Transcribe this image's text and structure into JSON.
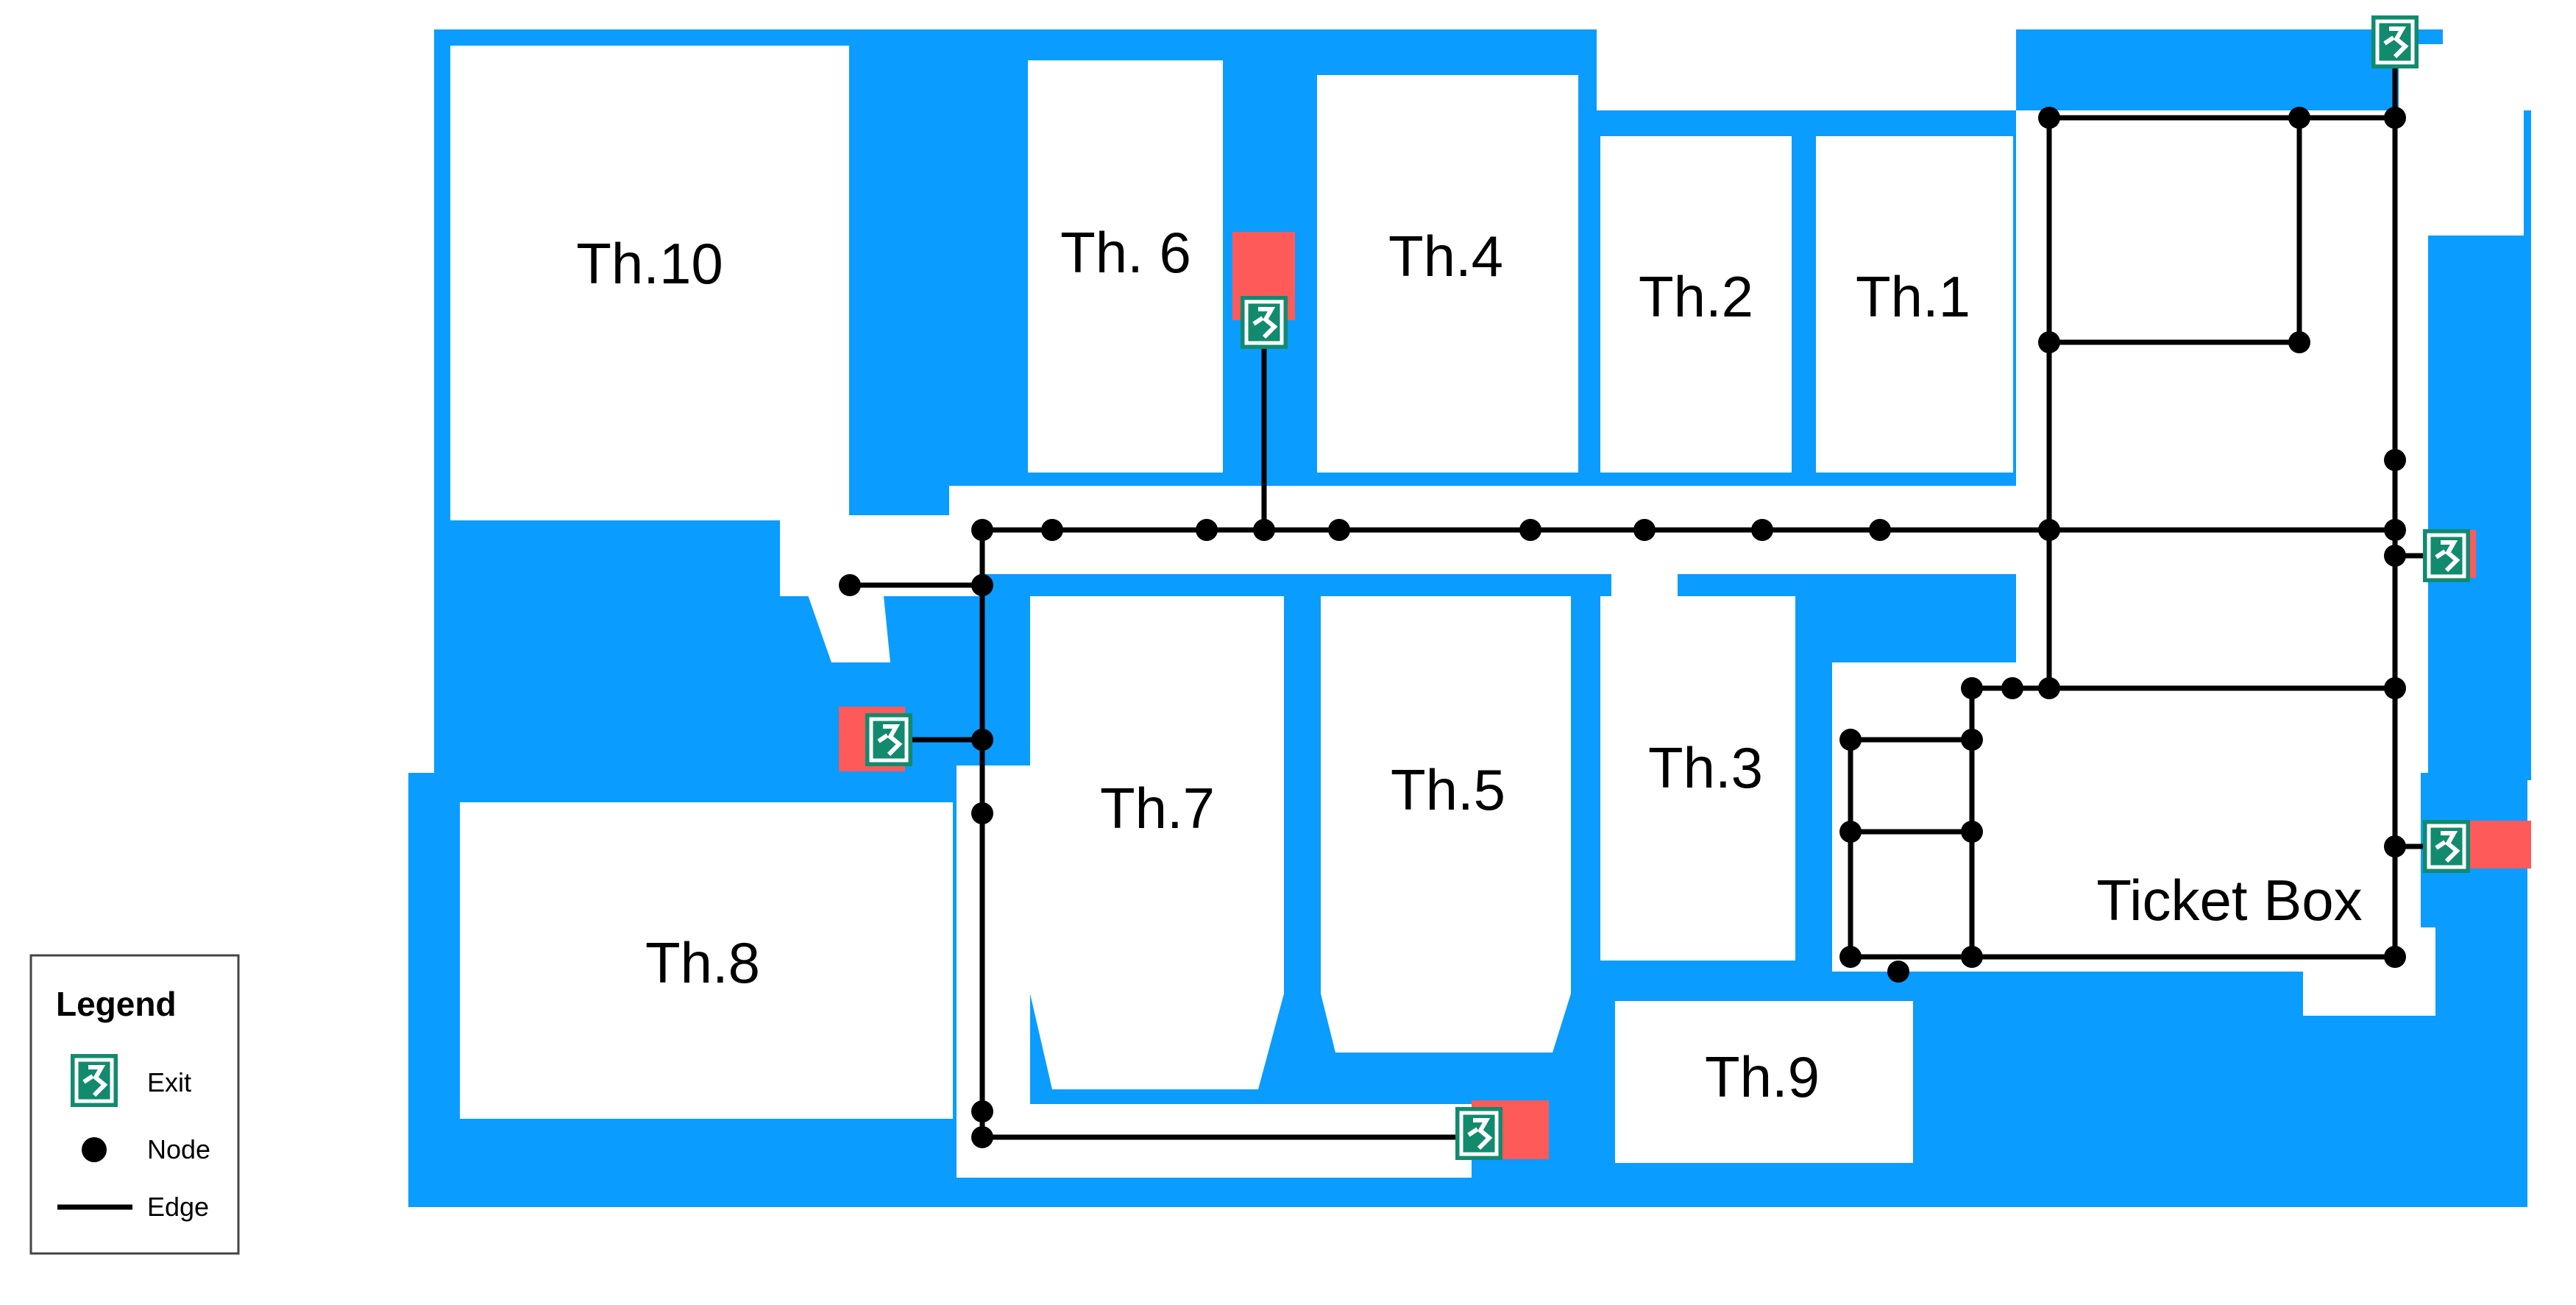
{
  "colors": {
    "background": "#ffffff",
    "corridor": "#0a9cff",
    "room": "#ffffff",
    "exit_box": "#ff5a5a",
    "exit_sign": "#128a6e",
    "edge": "#000000",
    "node": "#000000"
  },
  "rooms": [
    {
      "id": "th10",
      "label": "Th.10"
    },
    {
      "id": "th6",
      "label": "Th. 6"
    },
    {
      "id": "th4",
      "label": "Th.4"
    },
    {
      "id": "th2",
      "label": "Th.2"
    },
    {
      "id": "th1",
      "label": "Th.1"
    },
    {
      "id": "th7",
      "label": "Th.7"
    },
    {
      "id": "th5",
      "label": "Th.5"
    },
    {
      "id": "th3",
      "label": "Th.3"
    },
    {
      "id": "th8",
      "label": "Th.8"
    },
    {
      "id": "th9",
      "label": "Th.9"
    },
    {
      "id": "ticket-box",
      "label": "Ticket Box"
    }
  ],
  "legend": {
    "title": "Legend",
    "items": [
      {
        "icon": "exit-sign-icon",
        "label": "Exit"
      },
      {
        "icon": "node-dot-icon",
        "label": "Node"
      },
      {
        "icon": "edge-line-icon",
        "label": "Edge"
      }
    ]
  }
}
